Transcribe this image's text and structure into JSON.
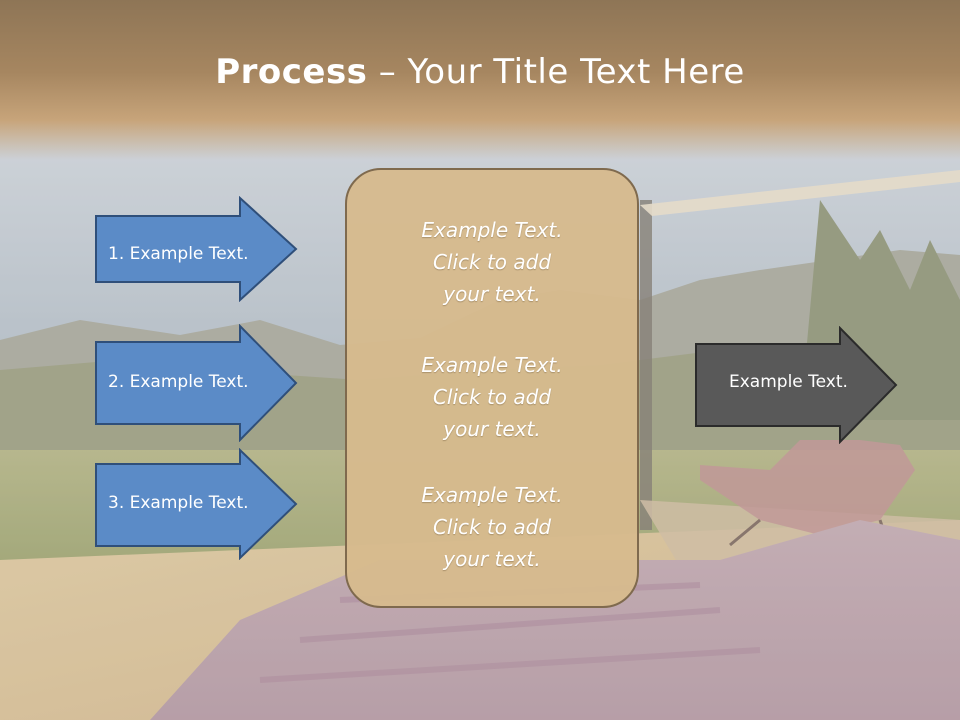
{
  "title": {
    "bold": "Process",
    "rest": " – Your Title Text Here"
  },
  "left_arrows": [
    {
      "label": "1. Example Text."
    },
    {
      "label": "2. Example Text."
    },
    {
      "label": "3. Example Text."
    }
  ],
  "center_box": {
    "items": [
      {
        "line1": "Example Text.",
        "line2": "Click  to add",
        "line3": "your text."
      },
      {
        "line1": "Example Text.",
        "line2": "Click  to add",
        "line3": "your text."
      },
      {
        "line1": "Example Text.",
        "line2": "Click  to add",
        "line3": "your text."
      }
    ]
  },
  "right_arrow": {
    "label": "Example Text."
  },
  "colors": {
    "arrow_blue": "#5b8bc7",
    "arrow_blue_border": "#2f4f7a",
    "arrow_dark": "#595959",
    "box_fill": "#d5b88d"
  }
}
